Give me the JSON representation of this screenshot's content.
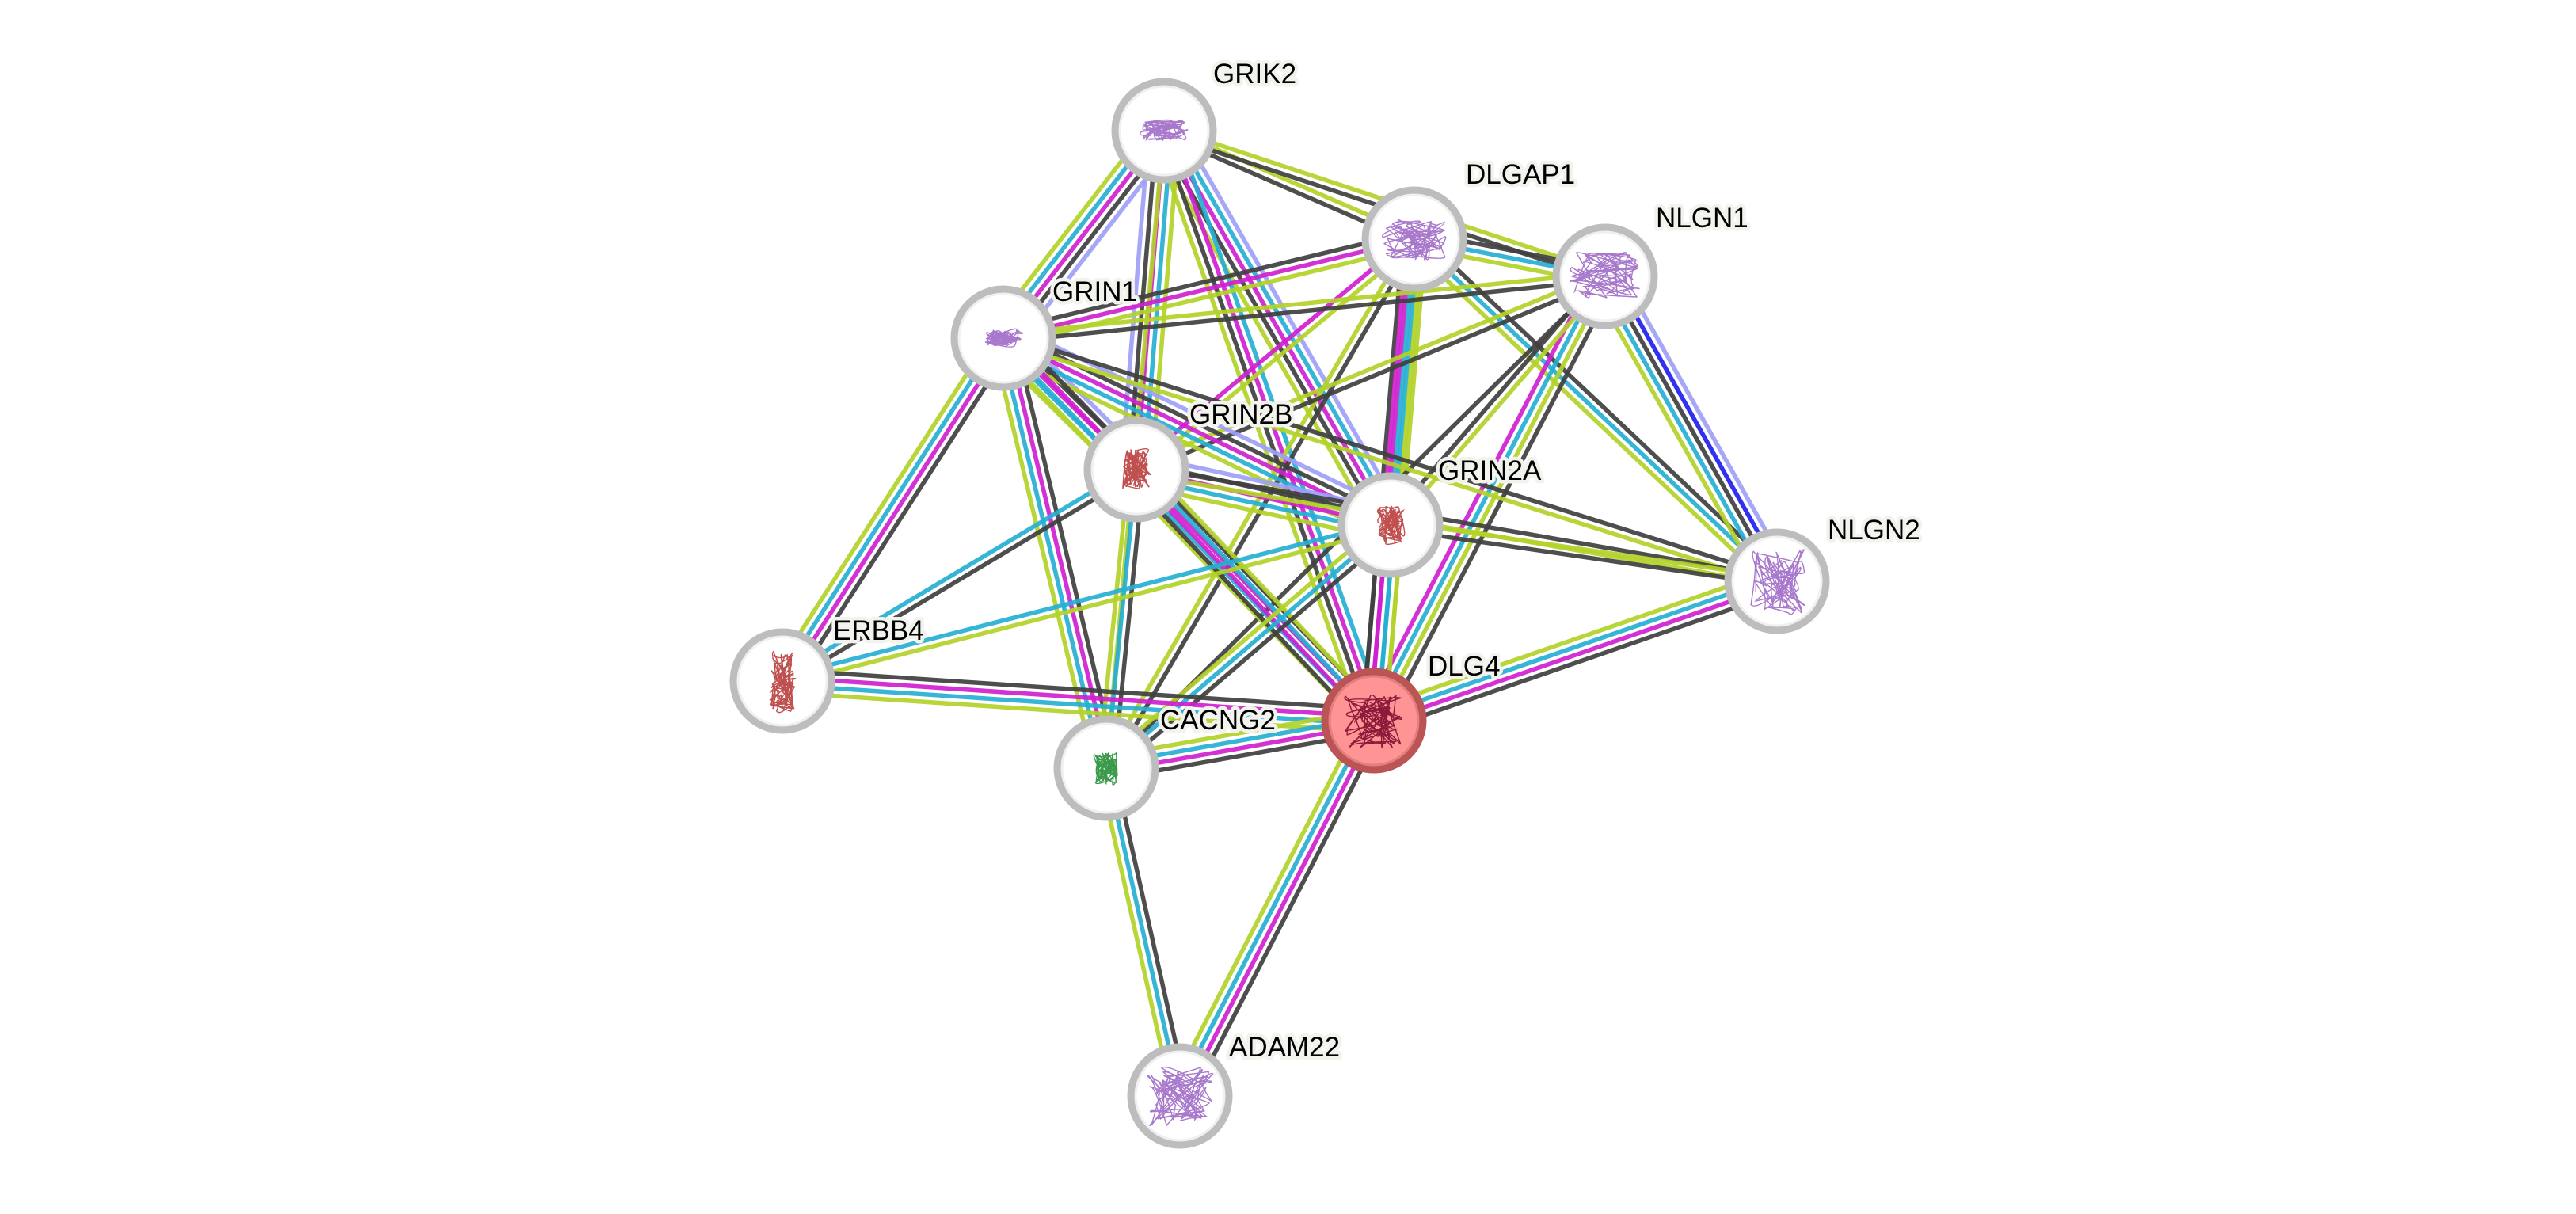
{
  "diagram": {
    "type": "protein-interaction-network",
    "query_protein": "DLG4",
    "channel_colors": {
      "curated_database": "#26afd3",
      "experimental": "#d020d0",
      "textmining": "#b3d22a",
      "coexpression": "#404040",
      "homology": "#a0a0f8",
      "cooccurrence": "#2020f0"
    },
    "node_colors": {
      "ring": "#bdbdbd",
      "query_fill": "#ff9494",
      "query_ring": "#bb5555",
      "structure_purple": "#a878cc",
      "structure_red": "#c05050",
      "structure_green": "#3a9a4a",
      "structure_darkred": "#8a1a3a"
    },
    "nodes": [
      {
        "id": "GRIK2",
        "label": "GRIK2",
        "structure": "purple",
        "query": false
      },
      {
        "id": "DLGAP1",
        "label": "DLGAP1",
        "structure": "purple",
        "query": false
      },
      {
        "id": "NLGN1",
        "label": "NLGN1",
        "structure": "purple",
        "query": false
      },
      {
        "id": "GRIN1",
        "label": "GRIN1",
        "structure": "purple",
        "query": false
      },
      {
        "id": "GRIN2B",
        "label": "GRIN2B",
        "structure": "red",
        "query": false
      },
      {
        "id": "GRIN2A",
        "label": "GRIN2A",
        "structure": "red",
        "query": false
      },
      {
        "id": "NLGN2",
        "label": "NLGN2",
        "structure": "purple",
        "query": false
      },
      {
        "id": "ERBB4",
        "label": "ERBB4",
        "structure": "red",
        "query": false
      },
      {
        "id": "DLG4",
        "label": "DLG4",
        "structure": "darkred",
        "query": true
      },
      {
        "id": "CACNG2",
        "label": "CACNG2",
        "structure": "green",
        "query": false
      },
      {
        "id": "ADAM22",
        "label": "ADAM22",
        "structure": "purple",
        "query": false
      }
    ],
    "edges": [
      {
        "a": "GRIK2",
        "b": "GRIN1",
        "channels": [
          "homology",
          "coexpression",
          "experimental",
          "curated_database",
          "textmining"
        ]
      },
      {
        "a": "GRIK2",
        "b": "GRIN2B",
        "channels": [
          "textmining",
          "curated_database",
          "experimental",
          "coexpression",
          "homology"
        ]
      },
      {
        "a": "GRIK2",
        "b": "GRIN2A",
        "channels": [
          "homology",
          "curated_database",
          "experimental",
          "coexpression",
          "textmining"
        ]
      },
      {
        "a": "GRIK2",
        "b": "DLG4",
        "channels": [
          "curated_database",
          "experimental",
          "coexpression",
          "textmining"
        ]
      },
      {
        "a": "GRIK2",
        "b": "DLGAP1",
        "channels": [
          "textmining",
          "coexpression"
        ]
      },
      {
        "a": "GRIK2",
        "b": "NLGN1",
        "channels": [
          "textmining",
          "coexpression"
        ]
      },
      {
        "a": "GRIK2",
        "b": "CACNG2",
        "channels": [
          "textmining"
        ]
      },
      {
        "a": "DLGAP1",
        "b": "NLGN1",
        "channels": [
          "coexpression",
          "curated_database",
          "textmining"
        ]
      },
      {
        "a": "DLGAP1",
        "b": "GRIN1",
        "channels": [
          "textmining",
          "experimental",
          "coexpression"
        ]
      },
      {
        "a": "DLGAP1",
        "b": "DLG4",
        "channels": [
          "textmining",
          "curated_database",
          "experimental",
          "coexpression"
        ]
      },
      {
        "a": "DLGAP1",
        "b": "GRIN2A",
        "channels": [
          "textmining",
          "curated_database",
          "experimental"
        ]
      },
      {
        "a": "DLGAP1",
        "b": "GRIN2B",
        "channels": [
          "textmining",
          "experimental"
        ]
      },
      {
        "a": "DLGAP1",
        "b": "NLGN2",
        "channels": [
          "coexpression",
          "curated_database",
          "textmining"
        ]
      },
      {
        "a": "DLGAP1",
        "b": "CACNG2",
        "channels": [
          "coexpression",
          "textmining"
        ]
      },
      {
        "a": "NLGN1",
        "b": "NLGN2",
        "channels": [
          "homology",
          "cooccurrence",
          "coexpression",
          "curated_database",
          "textmining"
        ]
      },
      {
        "a": "NLGN1",
        "b": "DLG4",
        "channels": [
          "coexpression",
          "textmining",
          "curated_database",
          "experimental"
        ]
      },
      {
        "a": "NLGN1",
        "b": "GRIN1",
        "channels": [
          "coexpression",
          "textmining"
        ]
      },
      {
        "a": "NLGN1",
        "b": "GRIN2B",
        "channels": [
          "coexpression",
          "textmining"
        ]
      },
      {
        "a": "NLGN1",
        "b": "GRIN2A",
        "channels": [
          "textmining",
          "coexpression"
        ]
      },
      {
        "a": "NLGN1",
        "b": "CACNG2",
        "channels": [
          "coexpression"
        ]
      },
      {
        "a": "GRIN1",
        "b": "GRIN2B",
        "channels": [
          "homology",
          "coexpression",
          "experimental",
          "curated_database",
          "textmining"
        ]
      },
      {
        "a": "GRIN1",
        "b": "GRIN2A",
        "channels": [
          "homology",
          "coexpression",
          "experimental",
          "curated_database",
          "textmining"
        ]
      },
      {
        "a": "GRIN1",
        "b": "DLG4",
        "channels": [
          "coexpression",
          "experimental",
          "curated_database",
          "textmining"
        ]
      },
      {
        "a": "GRIN1",
        "b": "ERBB4",
        "channels": [
          "coexpression",
          "experimental",
          "curated_database",
          "textmining"
        ]
      },
      {
        "a": "GRIN1",
        "b": "CACNG2",
        "channels": [
          "coexpression",
          "experimental",
          "curated_database",
          "textmining"
        ]
      },
      {
        "a": "GRIN1",
        "b": "NLGN2",
        "channels": [
          "coexpression",
          "textmining"
        ]
      },
      {
        "a": "GRIN2B",
        "b": "GRIN2A",
        "channels": [
          "homology",
          "coexpression",
          "experimental",
          "curated_database",
          "textmining"
        ]
      },
      {
        "a": "GRIN2B",
        "b": "DLG4",
        "channels": [
          "textmining",
          "curated_database",
          "experimental",
          "coexpression"
        ]
      },
      {
        "a": "GRIN2B",
        "b": "ERBB4",
        "channels": [
          "coexpression",
          "curated_database"
        ]
      },
      {
        "a": "GRIN2B",
        "b": "CACNG2",
        "channels": [
          "coexpression",
          "curated_database",
          "textmining"
        ]
      },
      {
        "a": "GRIN2B",
        "b": "NLGN2",
        "channels": [
          "coexpression",
          "textmining"
        ]
      },
      {
        "a": "GRIN2A",
        "b": "DLG4",
        "channels": [
          "textmining",
          "curated_database",
          "experimental",
          "coexpression"
        ]
      },
      {
        "a": "GRIN2A",
        "b": "NLGN2",
        "channels": [
          "textmining",
          "coexpression"
        ]
      },
      {
        "a": "GRIN2A",
        "b": "ERBB4",
        "channels": [
          "textmining",
          "curated_database"
        ]
      },
      {
        "a": "GRIN2A",
        "b": "CACNG2",
        "channels": [
          "coexpression",
          "curated_database",
          "textmining"
        ]
      },
      {
        "a": "ERBB4",
        "b": "DLG4",
        "channels": [
          "coexpression",
          "experimental",
          "curated_database",
          "textmining"
        ]
      },
      {
        "a": "DLG4",
        "b": "NLGN2",
        "channels": [
          "textmining",
          "curated_database",
          "experimental",
          "coexpression"
        ]
      },
      {
        "a": "DLG4",
        "b": "CACNG2",
        "channels": [
          "coexpression",
          "experimental",
          "curated_database",
          "textmining"
        ]
      },
      {
        "a": "DLG4",
        "b": "ADAM22",
        "channels": [
          "coexpression",
          "experimental",
          "curated_database",
          "textmining"
        ]
      },
      {
        "a": "CACNG2",
        "b": "ADAM22",
        "channels": [
          "coexpression",
          "curated_database",
          "textmining"
        ]
      }
    ]
  }
}
